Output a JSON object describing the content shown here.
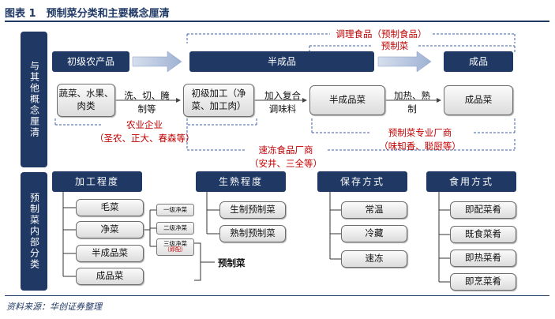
{
  "title": "图表 1　预制菜分类和主要概念厘清",
  "footer": "资料来源：华创证券整理",
  "top": {
    "side_label": "与其他概念厘清",
    "tiaoli": "调理食品（预制食品）",
    "yuzhicai": "预制菜",
    "stage_farm": "初级农产品",
    "stage_semi": "半成品",
    "stage_final": "成品",
    "veg": "蔬菜、水果、肉类",
    "process_wash": "洗、切、腌制等",
    "primary": "初级加工（净菜、加工肉）",
    "add_seasoning": "加入复合调味料",
    "semi_dish": "半成品菜",
    "heat": "加热、熟制",
    "final_dish": "成品菜",
    "agri_company": "农业企业",
    "agri_examples": "（圣农、正大、春森等）",
    "yzc_factory": "预制菜专业厂商",
    "yzc_examples": "（味知香、聪厨等）",
    "frozen_factory": "速冻食品厂商",
    "frozen_examples": "（安井、三全等）"
  },
  "bottom": {
    "side_label": "预制菜内部分类",
    "categories": {
      "processing": "加工程度",
      "cooking": "生熟程度",
      "storage": "保存方式",
      "eating": "食用方式"
    },
    "processing_items": [
      "毛菜",
      "净菜",
      "半成品菜",
      "成品菜"
    ],
    "levels": [
      "一级净菜",
      "二级净菜",
      "三级净菜"
    ],
    "level3_note": "（即配）",
    "yzc_label": "预制菜",
    "cooking_items": [
      "生制预制菜",
      "熟制预制菜"
    ],
    "storage_items": [
      "常温",
      "冷藏",
      "速冻"
    ],
    "eating_items": [
      "即配菜肴",
      "既食菜肴",
      "即热菜肴",
      "即烹菜肴"
    ]
  },
  "colors": {
    "navy": "#1f3864",
    "red_text": "#c00000",
    "dashed_line": "#3b5fa8"
  }
}
